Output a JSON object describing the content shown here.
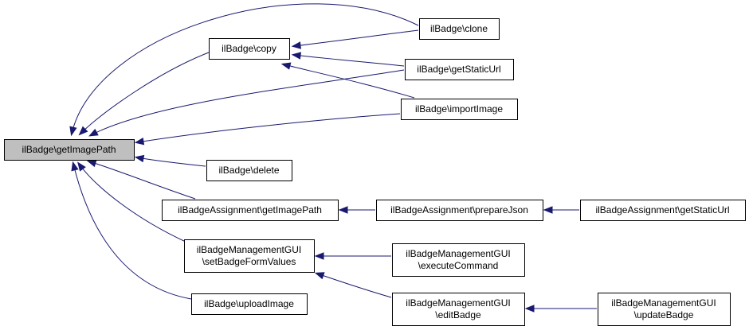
{
  "colors": {
    "highlight_fill": "#bfbfbf",
    "node_fill": "#ffffff",
    "node_stroke": "#000000",
    "edge_color": "#191970"
  },
  "nodes": [
    {
      "id": "getImagePath",
      "lines": [
        "ilBadge\\getImagePath"
      ],
      "highlighted": true
    },
    {
      "id": "copy",
      "lines": [
        "ilBadge\\copy"
      ]
    },
    {
      "id": "clone",
      "lines": [
        "ilBadge\\clone"
      ]
    },
    {
      "id": "getStaticUrl",
      "lines": [
        "ilBadge\\getStaticUrl"
      ]
    },
    {
      "id": "importImage",
      "lines": [
        "ilBadge\\importImage"
      ]
    },
    {
      "id": "delete",
      "lines": [
        "ilBadge\\delete"
      ]
    },
    {
      "id": "assignGetImagePath",
      "lines": [
        "ilBadgeAssignment\\getImagePath"
      ]
    },
    {
      "id": "prepareJson",
      "lines": [
        "ilBadgeAssignment\\prepareJson"
      ]
    },
    {
      "id": "assignGetStaticUrl",
      "lines": [
        "ilBadgeAssignment\\getStaticUrl"
      ]
    },
    {
      "id": "setBadgeFormValues",
      "lines": [
        "ilBadgeManagementGUI",
        "\\setBadgeFormValues"
      ]
    },
    {
      "id": "executeCommand",
      "lines": [
        "ilBadgeManagementGUI",
        "\\executeCommand"
      ]
    },
    {
      "id": "uploadImage",
      "lines": [
        "ilBadge\\uploadImage"
      ]
    },
    {
      "id": "editBadge",
      "lines": [
        "ilBadgeManagementGUI",
        "\\editBadge"
      ]
    },
    {
      "id": "updateBadge",
      "lines": [
        "ilBadgeManagementGUI",
        "\\updateBadge"
      ]
    }
  ],
  "edges": [
    {
      "from": "clone",
      "to": "getImagePath"
    },
    {
      "from": "copy",
      "to": "getImagePath"
    },
    {
      "from": "getStaticUrl",
      "to": "getImagePath"
    },
    {
      "from": "importImage",
      "to": "getImagePath"
    },
    {
      "from": "delete",
      "to": "getImagePath"
    },
    {
      "from": "assignGetImagePath",
      "to": "getImagePath"
    },
    {
      "from": "setBadgeFormValues",
      "to": "getImagePath"
    },
    {
      "from": "uploadImage",
      "to": "getImagePath"
    },
    {
      "from": "clone",
      "to": "copy"
    },
    {
      "from": "getStaticUrl",
      "to": "copy"
    },
    {
      "from": "importImage",
      "to": "copy"
    },
    {
      "from": "prepareJson",
      "to": "assignGetImagePath"
    },
    {
      "from": "assignGetStaticUrl",
      "to": "prepareJson"
    },
    {
      "from": "executeCommand",
      "to": "setBadgeFormValues"
    },
    {
      "from": "editBadge",
      "to": "setBadgeFormValues"
    },
    {
      "from": "updateBadge",
      "to": "editBadge"
    }
  ]
}
